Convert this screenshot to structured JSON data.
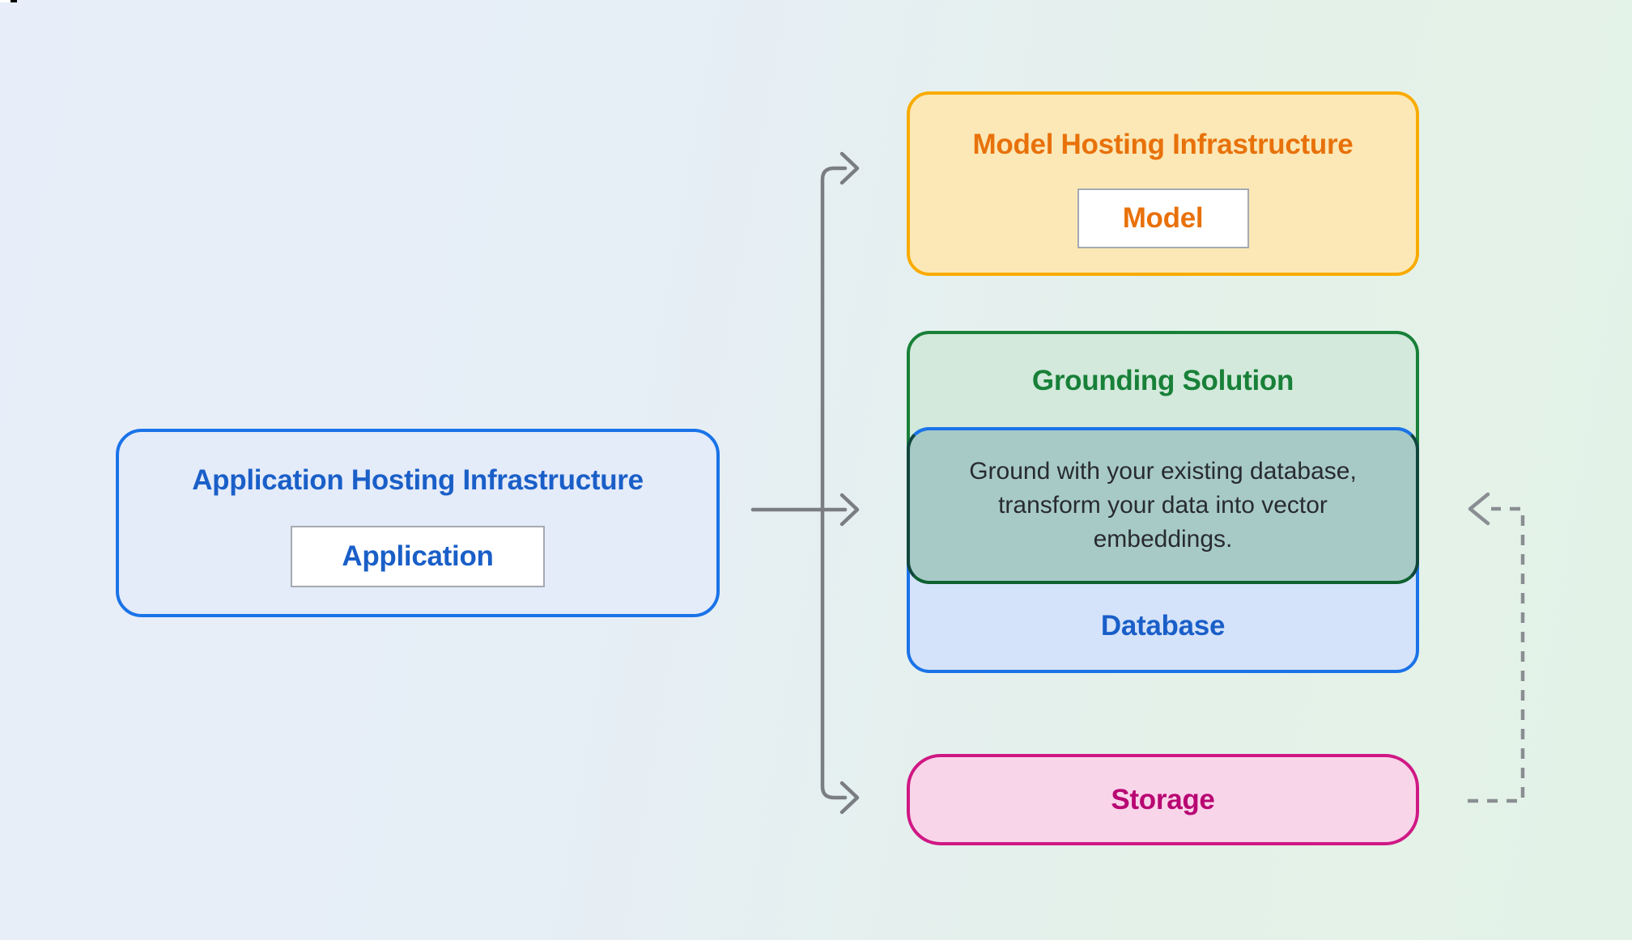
{
  "diagram": {
    "app_hosting": {
      "title": "Application Hosting Infrastructure",
      "chip": "Application"
    },
    "model_hosting": {
      "title": "Model Hosting Infrastructure",
      "chip": "Model"
    },
    "grounding": {
      "title": "Grounding Solution"
    },
    "overlap": {
      "text": "Ground with your existing database, transform your data into vector embeddings.",
      "lines": [
        "Ground with your existing database,",
        "transform your data into vector",
        "embeddings."
      ]
    },
    "database": {
      "label": "Database"
    },
    "storage": {
      "label": "Storage"
    }
  },
  "colors": {
    "background_left": "#E8EEF9",
    "background_right": "#E3F2E7",
    "blue_border": "#1A73E8",
    "blue_fill": "#E4EBF9",
    "blue_text": "#1A5FC8",
    "orange_border": "#F9AB00",
    "orange_fill": "#FBE8B6",
    "orange_text": "#E8710A",
    "green_border": "#188038",
    "green_fill": "#D2E9DB",
    "green_text": "#188038",
    "database_fill": "#D4E3FA",
    "overlap_fill": "#A7CAC7",
    "pink_border": "#D01884",
    "pink_fill": "#F9D5EA",
    "pink_text": "#B80672",
    "arrow_gray": "#7A7D81",
    "dashed_arrow_gray": "#8A8E92",
    "body_text": "#282B2E",
    "chip_border": "#A5AAB1"
  }
}
